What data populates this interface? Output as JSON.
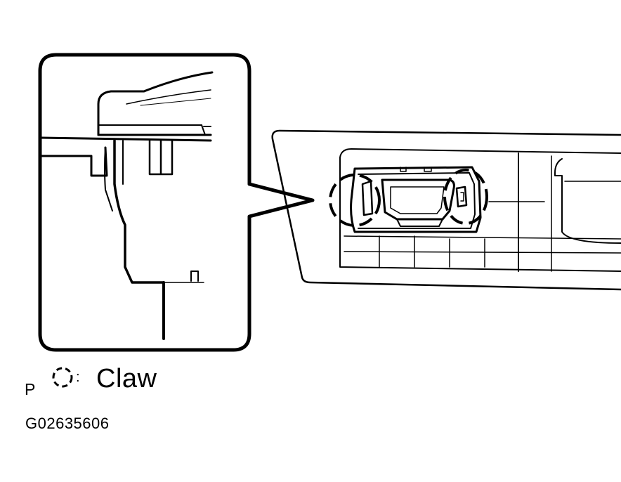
{
  "legend": {
    "marker": "P",
    "symbol_text": ":",
    "label": "Claw"
  },
  "figure_code": "G02635606",
  "colors": {
    "line": "#000000",
    "background": "#ffffff"
  }
}
